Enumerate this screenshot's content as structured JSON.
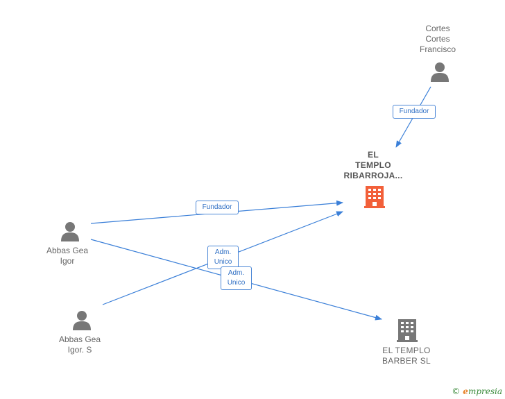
{
  "nodes": {
    "cortes": {
      "label": "Cortes\nCortes\nFrancisco",
      "icon": "person-icon"
    },
    "templo_ribarroja": {
      "label": "EL\nTEMPLO\nRIBARROJA...",
      "icon": "building-icon",
      "color": "#f2603a"
    },
    "abbas_igor": {
      "label": "Abbas Gea\nIgor",
      "icon": "person-icon"
    },
    "abbas_igor_s": {
      "label": "Abbas Gea\nIgor.  S",
      "icon": "person-icon"
    },
    "templo_barber": {
      "label": "EL TEMPLO\nBARBER  SL",
      "icon": "building-icon",
      "color": "#777777"
    }
  },
  "edges": [
    {
      "from": "cortes",
      "to": "templo_ribarroja",
      "label": "Fundador"
    },
    {
      "from": "abbas_igor",
      "to": "templo_ribarroja",
      "label": "Fundador"
    },
    {
      "from": "abbas_igor_s",
      "to": "templo_ribarroja",
      "label": "Adm.\nUnico"
    },
    {
      "from": "abbas_igor",
      "to": "templo_barber",
      "label": "Adm.\nUnico"
    }
  ],
  "colors": {
    "edge": "#3a7fd8",
    "person": "#777777",
    "company_main": "#f2603a",
    "company": "#777777"
  },
  "brand": {
    "symbol": "©",
    "initial": "e",
    "rest": "mpresia"
  }
}
